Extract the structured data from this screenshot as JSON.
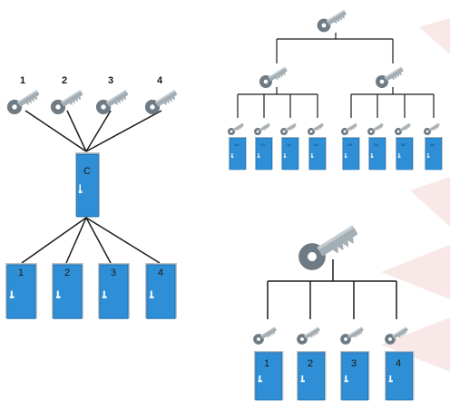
{
  "colors": {
    "line": "#1b1b1b",
    "door_fill": "#2f8fd6",
    "door_edge": "#1e6fb0",
    "door_frame": "#b9c2c8",
    "key_bow": "#6f7b84",
    "key_blade": "#a3adb4",
    "watermark": "#f4d6d6"
  },
  "icons": {
    "key": "key-icon",
    "door": "door-icon",
    "handle": "door-handle-icon"
  },
  "left_system": {
    "key_labels": [
      "1",
      "2",
      "3",
      "4"
    ],
    "central_door_label": "C",
    "door_labels": [
      "1",
      "2",
      "3",
      "4"
    ]
  },
  "top_right_system": {
    "door_labels": [
      "1A",
      "2A",
      "3A",
      "4A",
      "1B",
      "2B",
      "3B",
      "4B"
    ]
  },
  "bottom_right_system": {
    "door_labels": [
      "1",
      "2",
      "3",
      "4"
    ]
  }
}
